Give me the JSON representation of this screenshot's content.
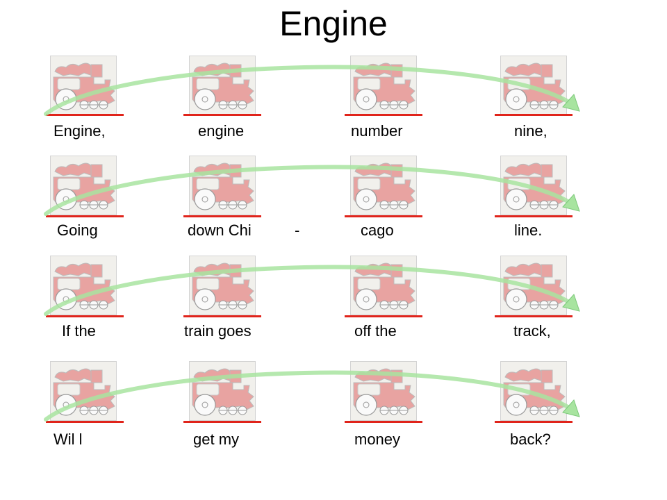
{
  "title": "Engine",
  "icon": "train-engine-drawing",
  "colors": {
    "underline": "#e0241b",
    "arrow": "#a8e4a0",
    "engine_fill": "#e8a3a1"
  },
  "rows": [
    {
      "words": [
        "Engine,",
        "engine",
        "number",
        "nine,"
      ]
    },
    {
      "words": [
        "Going",
        "down Chi",
        "cago",
        "line."
      ],
      "extra": "-"
    },
    {
      "words": [
        "If the",
        "train goes",
        "off the",
        "track,"
      ]
    },
    {
      "words": [
        "Wil l",
        "get my",
        "money",
        "back?"
      ]
    }
  ]
}
